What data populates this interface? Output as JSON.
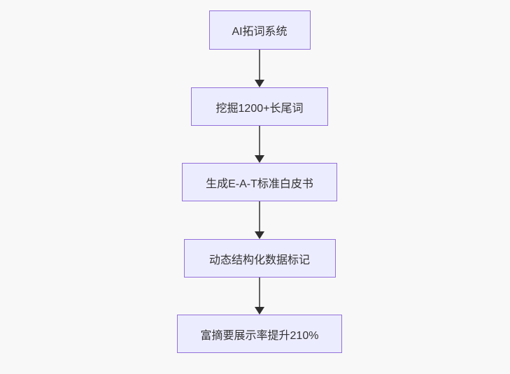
{
  "diagram": {
    "type": "flowchart-top-down",
    "background_color": "#f8f8f8",
    "node_fill_color": "#ececff",
    "node_border_color": "#9370db",
    "node_text_color": "#333333",
    "arrow_color": "#333333",
    "nodes": [
      {
        "label": "AI拓词系统"
      },
      {
        "label": "挖掘1200+长尾词"
      },
      {
        "label": "生成E-A-T标准白皮书"
      },
      {
        "label": "动态结构化数据标记"
      },
      {
        "label": "富摘要展示率提升210%"
      }
    ]
  }
}
